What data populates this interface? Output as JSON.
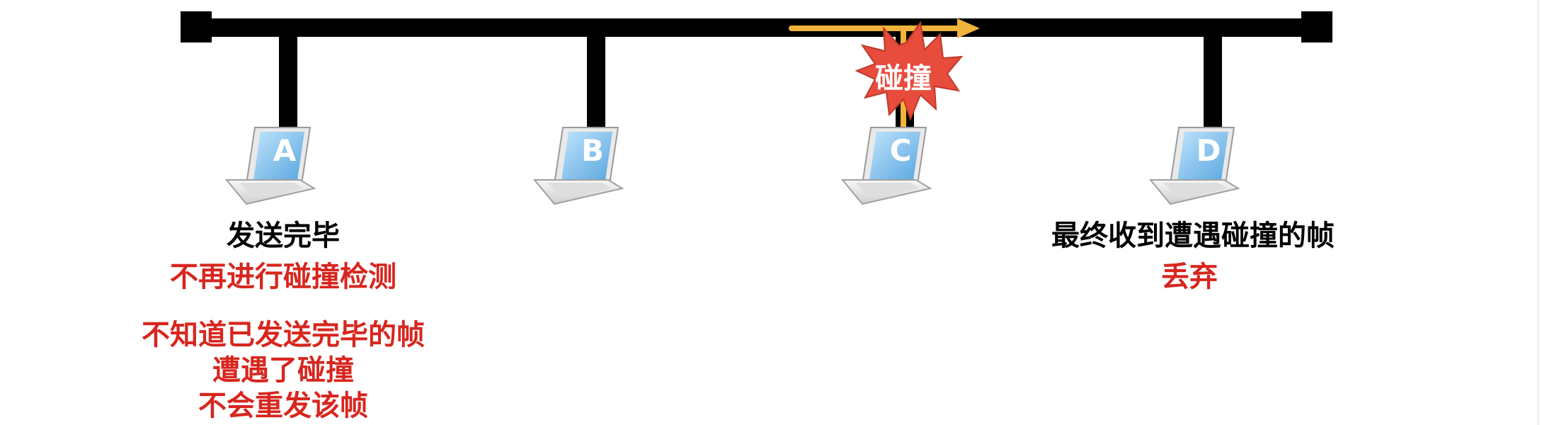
{
  "bus": {
    "station_labels": [
      "A",
      "B",
      "C",
      "D"
    ]
  },
  "collision": {
    "label": "碰撞"
  },
  "annotations": {
    "a_title": "发送完毕",
    "a_note1": "不再进行碰撞检测",
    "a_note2_lines": [
      "不知道已发送完毕的帧",
      "遭遇了碰撞",
      "不会重发该帧"
    ],
    "d_title": "最终收到遭遇碰撞的帧",
    "d_note": "丢弃"
  },
  "colors": {
    "bus": "#000000",
    "signal": "#f0b33c",
    "burst_fill": "#e84c3d",
    "burst_stroke": "#c0392b",
    "warning_text": "#d7261e",
    "laptop_screen": "#7fbfec"
  }
}
